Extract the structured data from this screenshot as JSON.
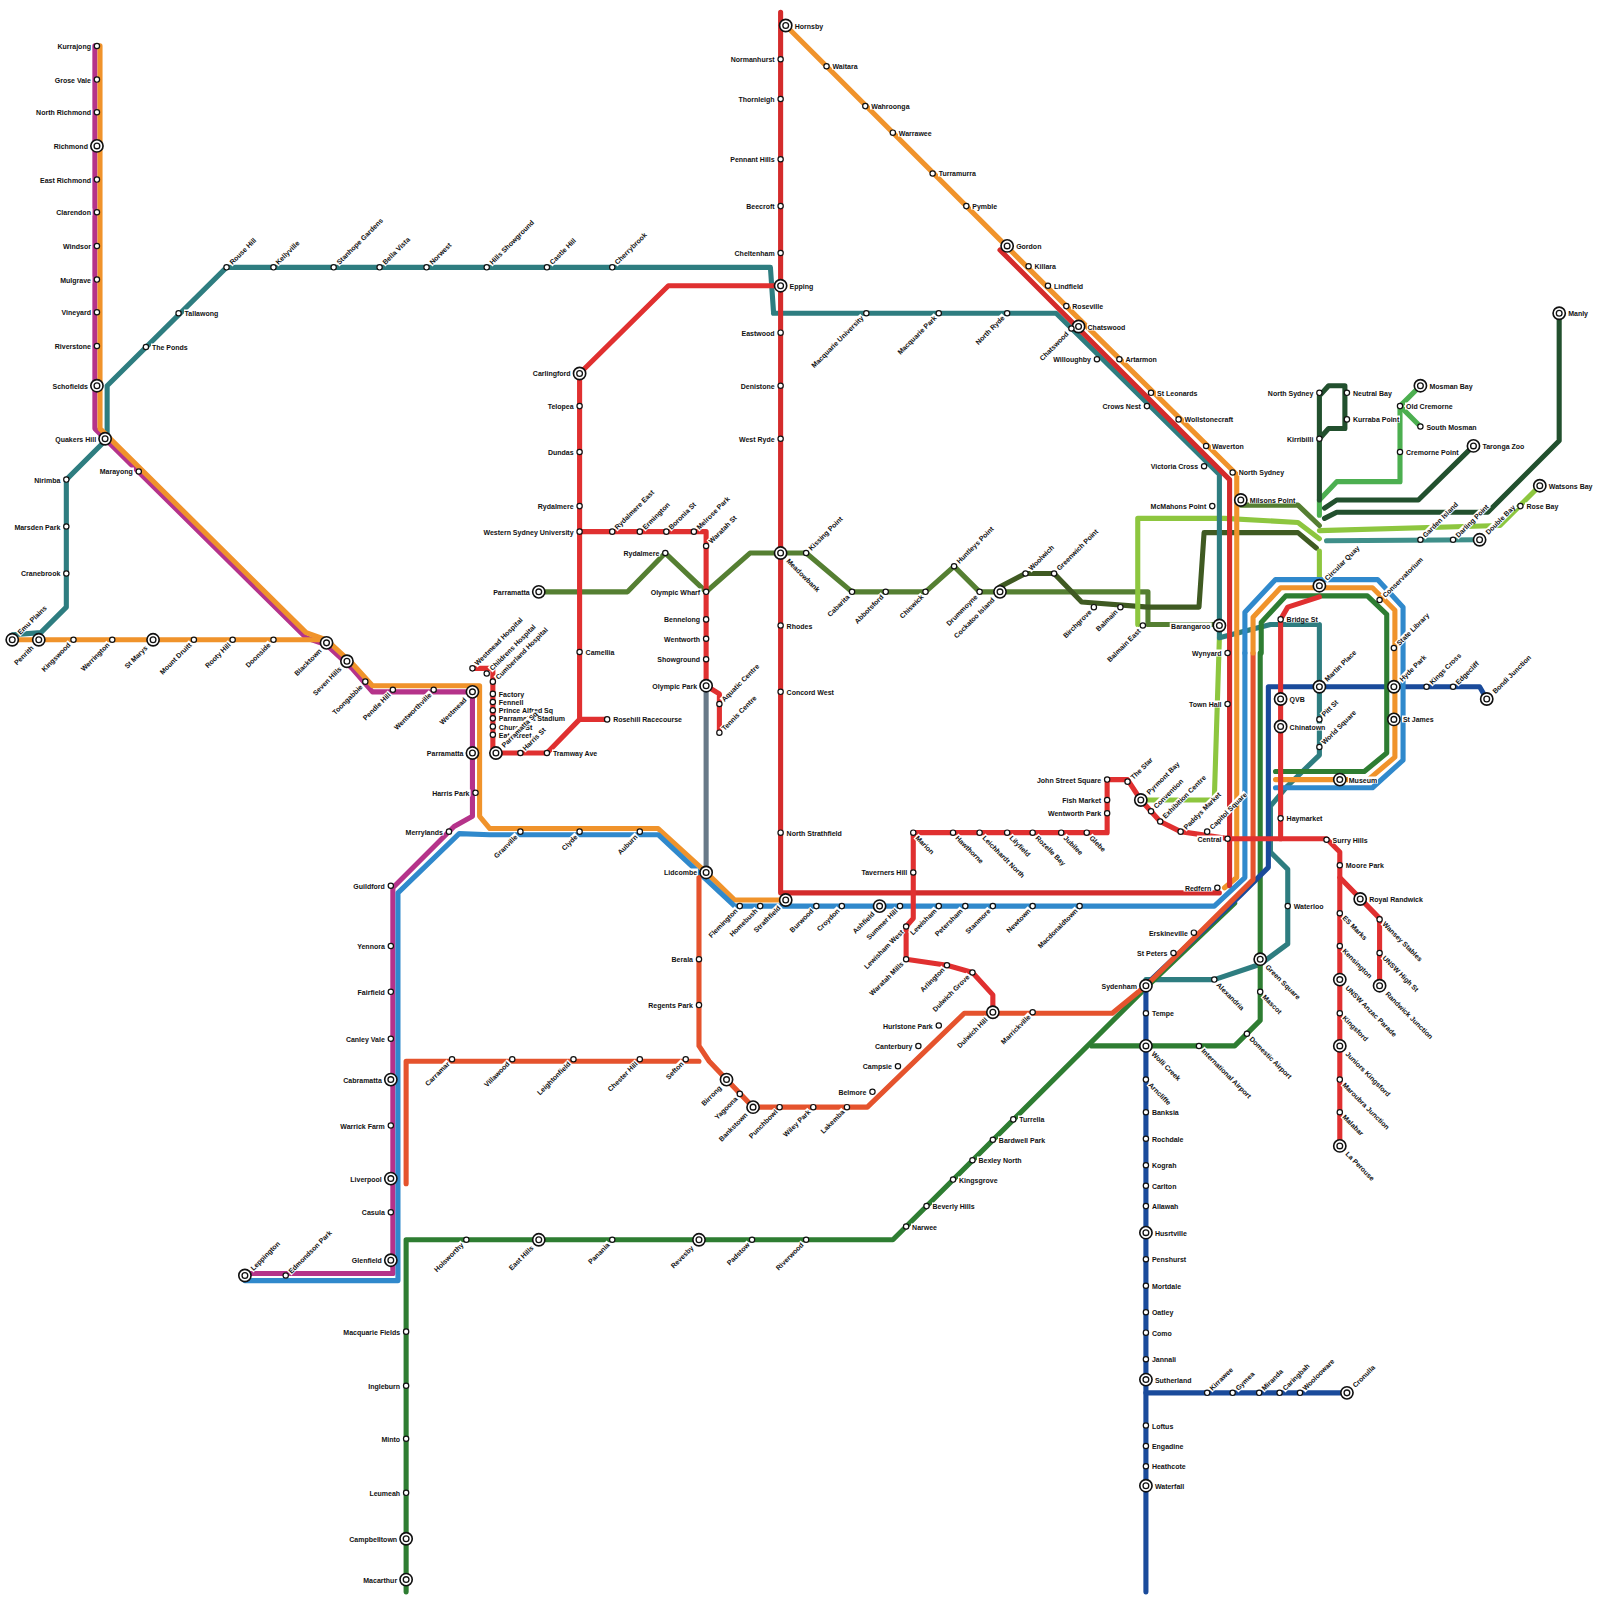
{
  "diagram": {
    "labels": [
      "Kurrajong",
      "Grose Vale",
      "North Richmond",
      "Richmond",
      "East Richmond",
      "Clarendon",
      "Windsor",
      "Mulgrave",
      "Vineyard",
      "Riverstone",
      "Schofields",
      "Quakers Hill",
      "Marayong",
      "Nirimba",
      "Marsden Park",
      "Cranebrook",
      "Emu Plains",
      "Penrith",
      "Kingswood",
      "Werrington",
      "St Marys",
      "Mount Druitt",
      "Rooty Hill",
      "Doonside",
      "Blacktown",
      "Seven Hills",
      "Toongabbie",
      "Pendle Hill",
      "Wentworthville",
      "Westmead",
      "The Ponds",
      "Tallawong",
      "Rouse Hill",
      "Kellyville",
      "Stanhope Gardens",
      "Bella Vista",
      "Norwest",
      "Hills Showground",
      "Castle Hill",
      "Cherrybrook",
      "Westmead Hospital",
      "Childrens Hospital",
      "Cumberland Hospital",
      "Factory",
      "Fennell",
      "Prince Alfred Sq",
      "Parramatta Stadium",
      "Church St",
      "Eat Street",
      "Parramatta Sq",
      "Parramatta",
      "Harris St",
      "Tramway Ave",
      "Harris Park",
      "Merrylands",
      "Granville",
      "Clyde",
      "Auburn",
      "Lidcombe",
      "Carlingford",
      "Telopea",
      "Dundas",
      "Rydalmere",
      "Western Sydney University",
      "Camellia",
      "Rosehill Racecourse",
      "Rydalmere East",
      "Ermington",
      "Boronia St",
      "Melrose Park",
      "Waratah St",
      "Olympic Wharf",
      "Bennelong",
      "Wentworth",
      "Showground",
      "Olympic Park",
      "Aquatic Centre",
      "Tennis Centre",
      "Parramatta",
      "Rydalmere",
      "Meadowbank",
      "Kissing Point",
      "Cabarita",
      "Abbotsford",
      "Chiswick",
      "Huntleys Point",
      "Drummoyne",
      "Cockatoo Island",
      "Woolwich",
      "Greenwich Point",
      "Birchgrove",
      "Balmain",
      "Balmain East",
      "Hornsby",
      "Normanhurst",
      "Thornleigh",
      "Pennant Hills",
      "Beecroft",
      "Cheltenham",
      "Epping",
      "Eastwood",
      "Denistone",
      "West Ryde",
      "Rhodes",
      "Concord West",
      "North Strathfield",
      "Strathfield",
      "Flemington",
      "Homebush",
      "Burwood",
      "Croydon",
      "Ashfield",
      "Summer Hill",
      "Lewisham",
      "Petersham",
      "Stanmore",
      "Newtown",
      "Macdonaldtown",
      "Waitara",
      "Wahroonga",
      "Warrawee",
      "Turramurra",
      "Pymble",
      "Gordon",
      "Killara",
      "Lindfield",
      "Roseville",
      "Chatswood",
      "Chatswood",
      "Willoughby",
      "Artarmon",
      "Crows Nest",
      "St Leonards",
      "Wollstonecraft",
      "Waverton",
      "Victoria Cross",
      "North Sydney",
      "McMahons Point",
      "Milsons Point",
      "Macquarie University",
      "Macquarie Park",
      "North Ryde",
      "Barangaroo",
      "Wynyard",
      "Town Hall",
      "Central",
      "Redfern",
      "Circular Quay",
      "Bridge St",
      "Martin Place",
      "QVB",
      "Chinatown",
      "Pitt St",
      "World Square",
      "Museum",
      "St James",
      "Hyde Park",
      "State Library",
      "Conservatorium",
      "Haymarket",
      "Capitol Square",
      "Paddys Market",
      "Exhibition Centre",
      "Convention",
      "Pyrmont Bay",
      "The Star",
      "John Street Square",
      "Fish Market",
      "Wentworth Park",
      "Marion",
      "Hawthorne",
      "Leichhardt North",
      "Lilyfield",
      "Rozelle Bay",
      "Jubilee",
      "Glebe",
      "Taverners Hill",
      "Lewisham West",
      "Waratah Mills",
      "Arlington",
      "Dulwich Grove",
      "Dulwich Hill",
      "Marrickville",
      "Hurlstone Park",
      "Canterbury",
      "Campsie",
      "Belmore",
      "Lakemba",
      "Wiley Park",
      "Punchbowl",
      "Bankstown",
      "Yagoona",
      "Birrong",
      "Sefton",
      "Chester Hill",
      "Leightonfield",
      "Villawood",
      "Carramar",
      "Berala",
      "Regents Park",
      "Guildford",
      "Yennora",
      "Fairfield",
      "Canley Vale",
      "Cabramatta",
      "Warrick Farm",
      "Liverpool",
      "Casula",
      "Glenfield",
      "Leppington",
      "Edmondson Park",
      "Macquarie Fields",
      "Ingleburn",
      "Minto",
      "Leumeah",
      "Campbelltown",
      "Macarthur",
      "Holsworthy",
      "East Hills",
      "Panania",
      "Revesby",
      "Padstow",
      "Riverwood",
      "Narwee",
      "Beverly Hills",
      "Kingsgrove",
      "Bexley North",
      "Bardwell Park",
      "Turrella",
      "Erskineville",
      "St Peters",
      "Sydenham",
      "Tempe",
      "Wolli Creek",
      "Arncliffe",
      "Banksia",
      "Rochdale",
      "Kograh",
      "Carlton",
      "Allawah",
      "Husrtville",
      "Penshurst",
      "Mortdale",
      "Oatley",
      "Como",
      "Jannali",
      "Sutherland",
      "Loftus",
      "Engadine",
      "Heathcote",
      "Waterfall",
      "Kirrawee",
      "Gymea",
      "Miranda",
      "Caringbah",
      "Woolooware",
      "Cronulla",
      "International Airport",
      "Domestic Airport",
      "Mascot",
      "Green Square",
      "Alexandria",
      "Waterloo",
      "Kings Cross",
      "Edgecliff",
      "Bondi Junction",
      "Surry Hills",
      "Moore Park",
      "Royal Randwick",
      "Wansey Stables",
      "UNSW High St",
      "Randwick Junction",
      "ES Marks",
      "Kensington",
      "UNSW Anzac Parade",
      "Kingsford",
      "Juniors Kingsford",
      "Maroubra Junction",
      "Malabar",
      "La Perouse",
      "North Sydney",
      "Kirribilli",
      "Neutral Bay",
      "Kurraba Point",
      "Mosman Bay",
      "Old Cremorne",
      "South Mosman",
      "Cremorne Point",
      "Taronga Zoo",
      "Manly",
      "Watsons Bay",
      "Rose Bay",
      "Garden Island",
      "Darling Point",
      "Double Bay"
    ]
  }
}
